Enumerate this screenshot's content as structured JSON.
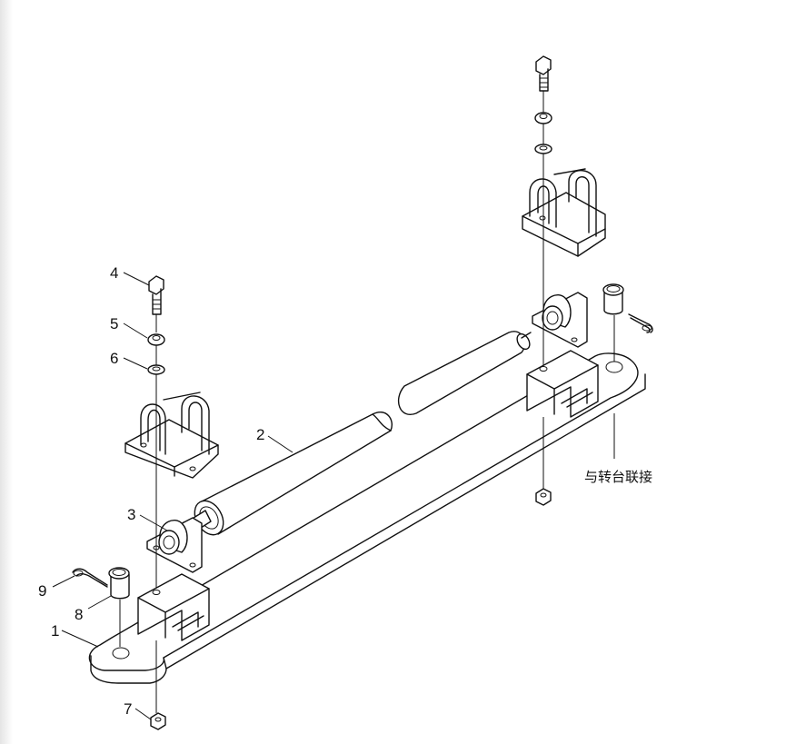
{
  "drawing": {
    "part_labels": [
      "1",
      "2",
      "3",
      "4",
      "5",
      "6",
      "7",
      "8",
      "9"
    ],
    "annotation": "与转台联接"
  }
}
